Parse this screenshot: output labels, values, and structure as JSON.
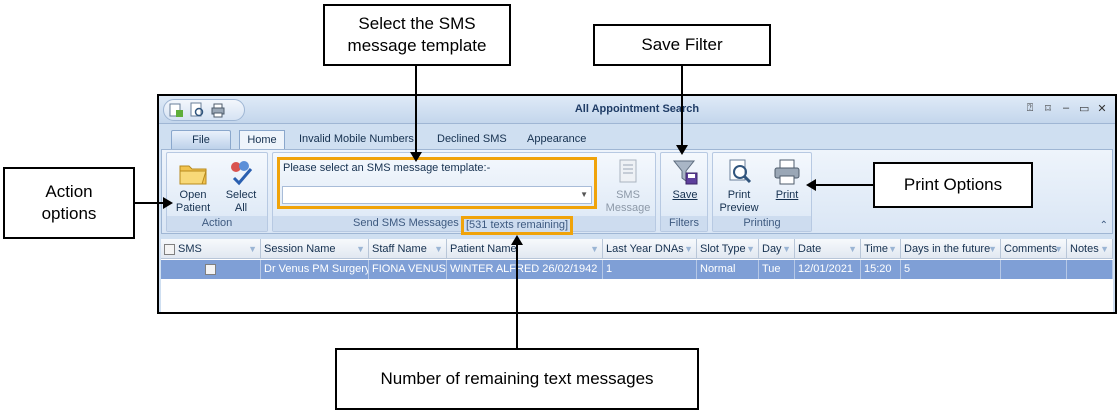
{
  "callouts": {
    "template": "Select the SMS message template",
    "save_filter": "Save Filter",
    "action": "Action options",
    "print": "Print Options",
    "remaining": "Number of remaining text messages"
  },
  "window": {
    "title": "All Appointment Search",
    "controls": [
      "⍰",
      "⌑",
      "–",
      "▭",
      "✕"
    ]
  },
  "tabs": {
    "file": "File",
    "home": "Home",
    "invalid": "Invalid Mobile Numbers",
    "declined": "Declined SMS",
    "appearance": "Appearance"
  },
  "ribbon": {
    "action": {
      "open_line1": "Open",
      "open_line2": "Patient",
      "select_line1": "Select",
      "select_line2": "All",
      "label": "Action"
    },
    "send_sms": {
      "prompt": "Please select an SMS message template:-",
      "selected": "",
      "label": "Send SMS Messages",
      "remaining": "[531 texts remaining]",
      "sms_line1": "SMS",
      "sms_line2": "Message"
    },
    "filters": {
      "save": "Save",
      "label": "Filters"
    },
    "printing": {
      "preview_line1": "Print",
      "preview_line2": "Preview",
      "print": "Print",
      "label": "Printing"
    }
  },
  "grid": {
    "columns": [
      "SMS",
      "Session Name",
      "Staff Name",
      "Patient Name",
      "Last Year DNAs",
      "Slot Type",
      "Day",
      "Date",
      "Time",
      "Days in the future",
      "Comments",
      "Notes"
    ],
    "row": {
      "session": "Dr Venus PM Surgery",
      "staff": "FIONA VENUS",
      "patient": "WINTER ALFRED 26/02/1942",
      "dnas": "1",
      "slot": "Normal",
      "day": "Tue",
      "date": "12/01/2021",
      "time": "15:20",
      "days_future": "5",
      "comments": "",
      "notes": ""
    }
  },
  "colors": {
    "highlight": "#f0a30a",
    "row_selected": "#7f9fd6"
  }
}
